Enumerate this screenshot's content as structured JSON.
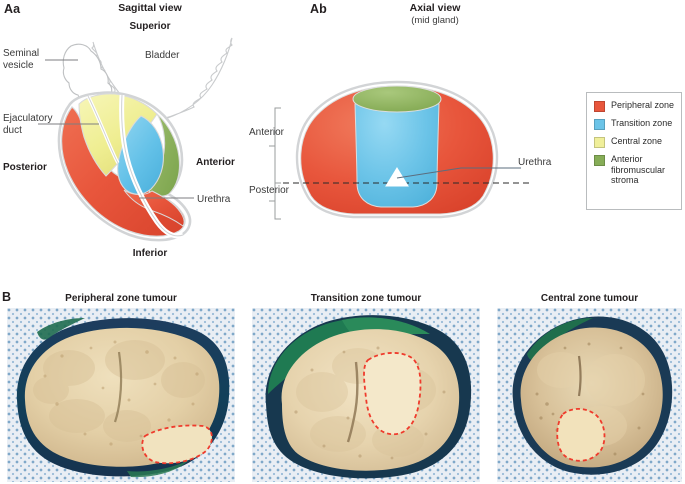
{
  "figure": {
    "panel_a_letter": "Aa",
    "panel_ab_letter": "Ab",
    "panel_b_letter": "B"
  },
  "sagittal": {
    "title": "Sagittal view",
    "superior": "Superior",
    "inferior": "Inferior",
    "anterior": "Anterior",
    "posterior": "Posterior",
    "seminal_vesicle": "Seminal\nvesicle",
    "seminal_vesicle_line1": "Seminal",
    "seminal_vesicle_line2": "vesicle",
    "ejaculatory_duct_line1": "Ejaculatory",
    "ejaculatory_duct_line2": "duct",
    "bladder": "Bladder",
    "urethra": "Urethra"
  },
  "axial": {
    "title": "Axial view",
    "subtitle": "(mid gland)",
    "anterior": "Anterior",
    "posterior": "Posterior",
    "urethra": "Urethra"
  },
  "legend": {
    "items": [
      {
        "label": "Peripheral zone",
        "color": "#e8563c"
      },
      {
        "label": "Transition zone",
        "color": "#6cc4e8"
      },
      {
        "label": "Central zone",
        "color": "#f0ef9a"
      },
      {
        "label": "Anterior\nfibromuscular\nstroma",
        "color": "#86ad57"
      }
    ],
    "item0_label": "Peripheral zone",
    "item1_label": "Transition zone",
    "item2_label": "Central zone",
    "item3_line1": "Anterior",
    "item3_line2": "fibromuscular",
    "item3_line3": "stroma"
  },
  "photos": [
    {
      "title": "Peripheral zone tumour",
      "annotation": "red dashed outline, lower right"
    },
    {
      "title": "Transition zone tumour",
      "annotation": "red dashed outline, upper centre"
    },
    {
      "title": "Central zone tumour",
      "annotation": "red dashed outline, lower centre-left"
    }
  ],
  "photo_titles": {
    "p0": "Peripheral zone tumour",
    "p1": "Transition zone tumour",
    "p2": "Central zone tumour"
  },
  "colors": {
    "peripheral_zone": "#e8563c",
    "transition_zone": "#6cc4e8",
    "central_zone": "#f0ef9a",
    "anterior_fibromuscular_stroma": "#86ad57",
    "outline": "#d9dadb",
    "leader_line": "#6d6e71",
    "annotation_red": "#ef3b2c",
    "capsule_ink": "#1b3a5c",
    "tissue": "#e8d3a8"
  }
}
